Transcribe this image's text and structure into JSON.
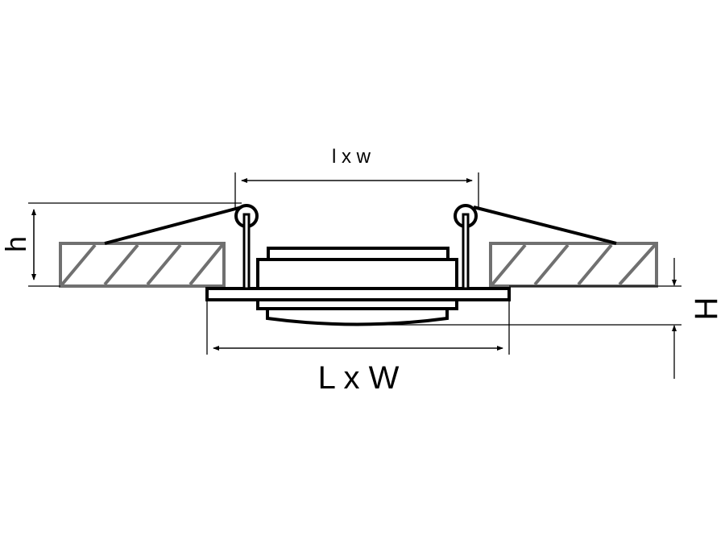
{
  "labels": {
    "cutout_dim": "l x w",
    "overall_dim": "L x W",
    "recess_height": "h",
    "total_height": "H"
  },
  "colors": {
    "outline": "#000000",
    "ceiling": "#707070"
  }
}
